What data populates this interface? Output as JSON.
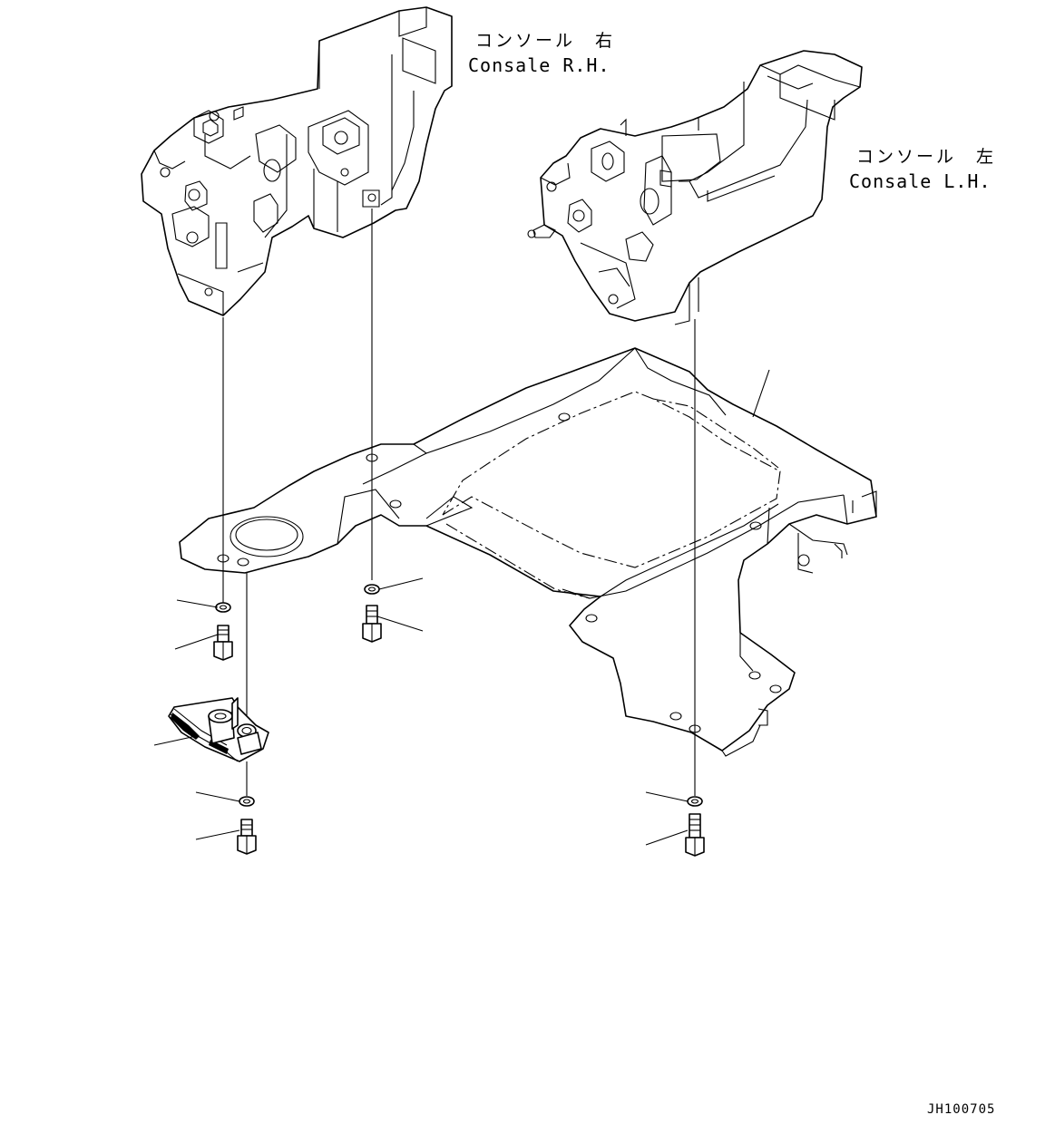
{
  "labels": {
    "console_rh": {
      "ja": "コンソール　右",
      "en": "Consale R.H."
    },
    "console_lh": {
      "ja": "コンソール　左",
      "en": "Consale L.H."
    },
    "drawing_code": "JH100705"
  },
  "colors": {
    "line": "#000000",
    "background": "#ffffff"
  }
}
